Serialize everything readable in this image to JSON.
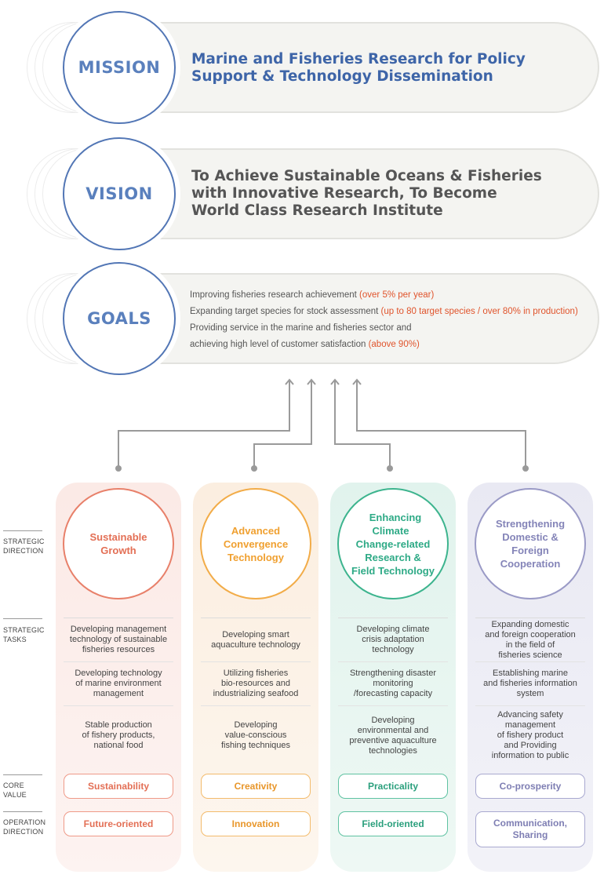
{
  "mission": {
    "label": "MISSION",
    "line1": "Marine and Fisheries Research for Policy",
    "line2": "Support & Technology Dissemination"
  },
  "vision": {
    "label": "VISION",
    "line1": "To Achieve Sustainable Oceans & Fisheries",
    "line2": "with Innovative Research, To Become",
    "line3": "World Class Research Institute"
  },
  "goals": {
    "label": "GOALS",
    "items": [
      {
        "text": "Improving fisheries research achievement ",
        "highlight": "(over 5% per year)"
      },
      {
        "text": "Expanding target species for stock assessment ",
        "highlight": "(up to 80 target species / over 80% in production)"
      },
      {
        "text": "Providing service in the marine and fisheries sector and",
        "highlight": ""
      },
      {
        "text": "achieving high level of customer satisfaction ",
        "highlight": "(above 90%)"
      }
    ]
  },
  "row_labels": {
    "strategic_direction": [
      "STRATEGIC",
      "DIRECTION"
    ],
    "strategic_tasks": [
      "STRATEGIC",
      "TASKS"
    ],
    "core_value": [
      "CORE",
      "VALUE"
    ],
    "operation_direction": [
      "OPERATION",
      "DIRECTION"
    ]
  },
  "columns": [
    {
      "direction": [
        "Sustainable",
        "Growth"
      ],
      "tasks": [
        [
          "Developing management",
          "technology of sustainable",
          "fisheries resources"
        ],
        [
          "Developing technology",
          "of marine environment",
          "management"
        ],
        [
          "Stable production",
          "of fishery products,",
          "national food"
        ]
      ],
      "core_value": [
        "Sustainability"
      ],
      "operation": [
        "Future-oriented"
      ]
    },
    {
      "direction": [
        "Advanced",
        "Convergence",
        "Technology"
      ],
      "tasks": [
        [
          "Developing smart",
          "aquaculture technology"
        ],
        [
          "Utilizing fisheries",
          "bio-resources and",
          "industrializing seafood"
        ],
        [
          "Developing",
          "value-conscious",
          "fishing techniques"
        ]
      ],
      "core_value": [
        "Creativity"
      ],
      "operation": [
        "Innovation"
      ]
    },
    {
      "direction": [
        "Enhancing Climate",
        "Change-related",
        "Research &",
        "Field Technology"
      ],
      "tasks": [
        [
          "Developing climate",
          "crisis adaptation",
          "technology"
        ],
        [
          "Strengthening disaster",
          "monitoring",
          "/forecasting capacity"
        ],
        [
          "Developing",
          "environmental and",
          "preventive aquaculture",
          "technologies"
        ]
      ],
      "core_value": [
        "Practicality"
      ],
      "operation": [
        "Field-oriented"
      ]
    },
    {
      "direction": [
        "Strengthening",
        "Domestic &",
        "Foreign",
        "Cooperation"
      ],
      "tasks": [
        [
          "Expanding domestic",
          "and foreign cooperation",
          "in the field of",
          "fisheries science"
        ],
        [
          "Establishing marine",
          "and fisheries information",
          "system"
        ],
        [
          "Advancing safety",
          "management",
          "of fishery product",
          "and Providing",
          "information to public"
        ]
      ],
      "core_value": [
        "Co-prosperity"
      ],
      "operation": [
        "Communication,",
        "Sharing"
      ]
    }
  ],
  "colors": {
    "mission_blue": "#3e65a8",
    "circle_blue": "#5276b5",
    "highlight_red": "#e0542c",
    "sustainable": "#e36f55",
    "advanced": "#f0a030",
    "climate": "#2eaa86",
    "cooperation": "#8484b8"
  }
}
